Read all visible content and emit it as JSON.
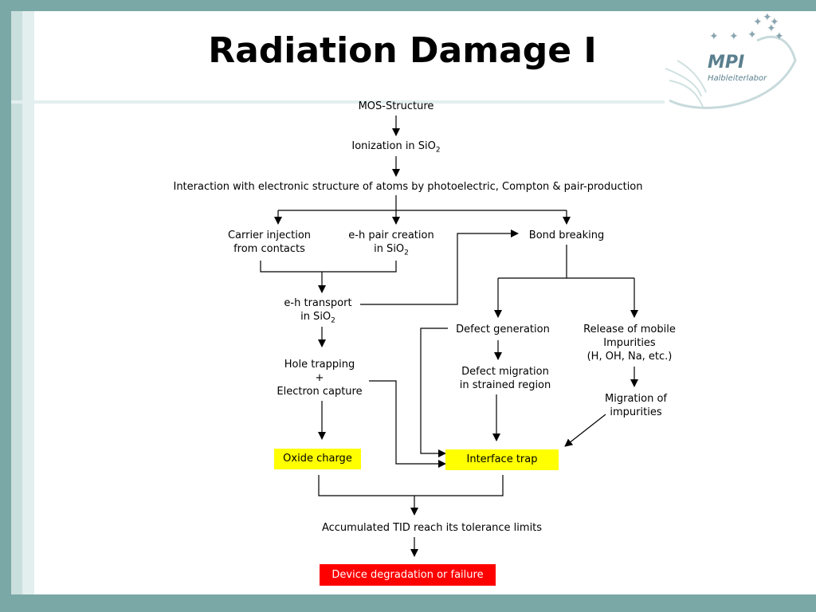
{
  "title": "Radiation Damage I",
  "logo": {
    "name": "MPI",
    "subtitle": "Halbleiterlabor"
  },
  "nodes": {
    "mos": "MOS-Structure",
    "ionization_pre": "Ionization in SiO",
    "ionization_sub": "2",
    "interaction": "Interaction with electronic structure of atoms by photoelectric, Compton & pair-production",
    "carrier_l1": "Carrier injection",
    "carrier_l2": "from contacts",
    "ehpair_l1": "e-h pair creation",
    "ehpair_l2_pre": "in SiO",
    "ehpair_l2_sub": "2",
    "bond": "Bond breaking",
    "ehtrans_l1": "e-h transport",
    "ehtrans_l2_pre": "in SiO",
    "ehtrans_l2_sub": "2",
    "defect_gen": "Defect generation",
    "release_l1": "Release of mobile",
    "release_l2": "Impurities",
    "release_l3": "(H, OH, Na, etc.)",
    "hole_l1": "Hole trapping",
    "hole_l2": "+",
    "hole_l3": "Electron capture",
    "defect_mig_l1": "Defect migration",
    "defect_mig_l2": "in strained region",
    "mig_imp_l1": "Migration of",
    "mig_imp_l2": "impurities",
    "oxide": "Oxide charge",
    "interface": "Interface trap",
    "accum": "Accumulated TID reach its tolerance limits",
    "device": "Device degradation or failure"
  },
  "colors": {
    "background_frame": "#7aa8a6",
    "highlight_yellow": "#ffff00",
    "highlight_red": "#ff0000"
  }
}
